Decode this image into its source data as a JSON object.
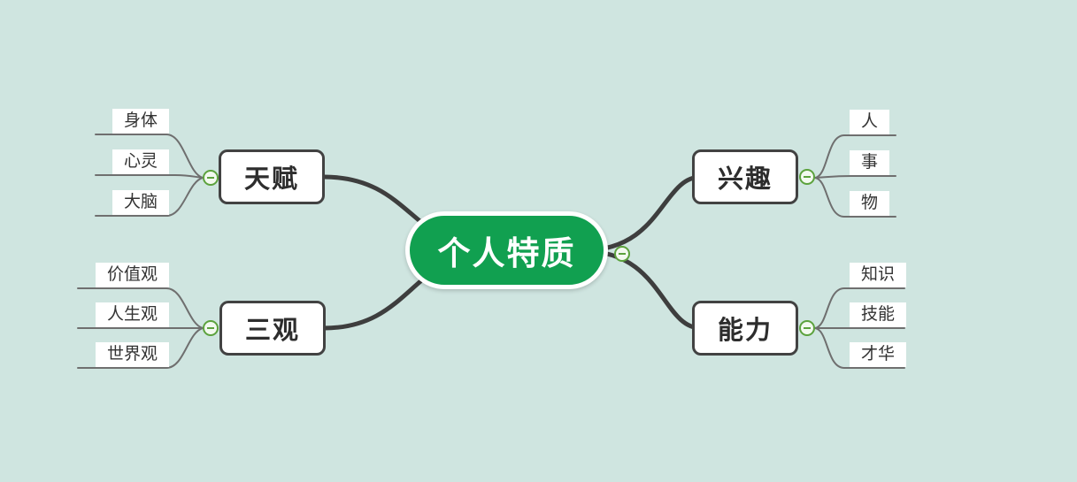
{
  "app": {
    "type": "mind-map",
    "background_color": "#cfe5e0"
  },
  "colors": {
    "root_fill": "#11a050",
    "root_text": "#ffffff",
    "main_border": "#424242",
    "main_text": "#2d2d2d",
    "child_text": "#333333",
    "branch_thick": "#3e3e3e",
    "branch_thin": "#6f6f6f",
    "collapse_icon": "#5ca23d"
  },
  "root": {
    "label": "个人特质"
  },
  "branches": [
    {
      "label": "天赋",
      "side": "left-top",
      "children": [
        {
          "label": "身体"
        },
        {
          "label": "心灵"
        },
        {
          "label": "大脑"
        }
      ]
    },
    {
      "label": "三观",
      "side": "left-bottom",
      "children": [
        {
          "label": "价值观"
        },
        {
          "label": "人生观"
        },
        {
          "label": "世界观"
        }
      ]
    },
    {
      "label": "兴趣",
      "side": "right-top",
      "children": [
        {
          "label": "人"
        },
        {
          "label": "事"
        },
        {
          "label": "物"
        }
      ]
    },
    {
      "label": "能力",
      "side": "right-bottom",
      "children": [
        {
          "label": "知识"
        },
        {
          "label": "技能"
        },
        {
          "label": "才华"
        }
      ]
    }
  ],
  "icons": {
    "collapse": "minus-circle"
  }
}
